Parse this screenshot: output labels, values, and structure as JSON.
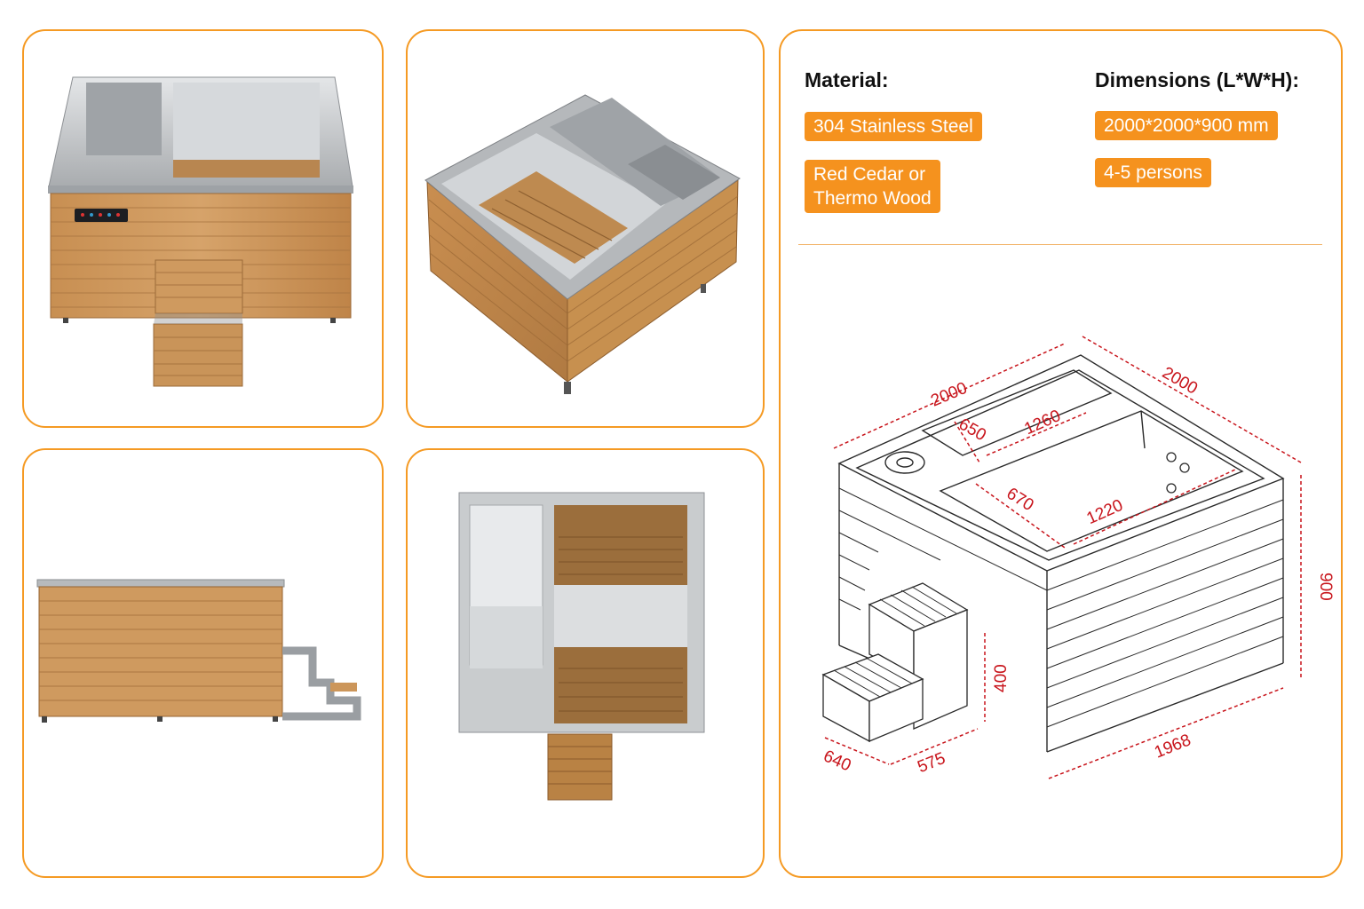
{
  "spec": {
    "material_heading": "Material:",
    "material_items": [
      "304 Stainless Steel",
      "Red Cedar or",
      "Thermo Wood"
    ],
    "dimensions_heading": "Dimensions (L*W*H):",
    "dimension_items": [
      "2000*2000*900 mm",
      "4-5 persons"
    ]
  },
  "drawing": {
    "labels": {
      "top_left": "2000",
      "top_right": "2000",
      "inner_a": "650",
      "inner_b": "1260",
      "inner_c": "670",
      "inner_d": "1220",
      "height": "900",
      "step_height": "400",
      "base_width": "1968",
      "step_depth": "640",
      "step_width": "575"
    }
  },
  "colors": {
    "accent": "#f5921e",
    "dimension_red": "#c8141b",
    "wood": "#c48a4e",
    "steel": "#c6c8ca"
  }
}
